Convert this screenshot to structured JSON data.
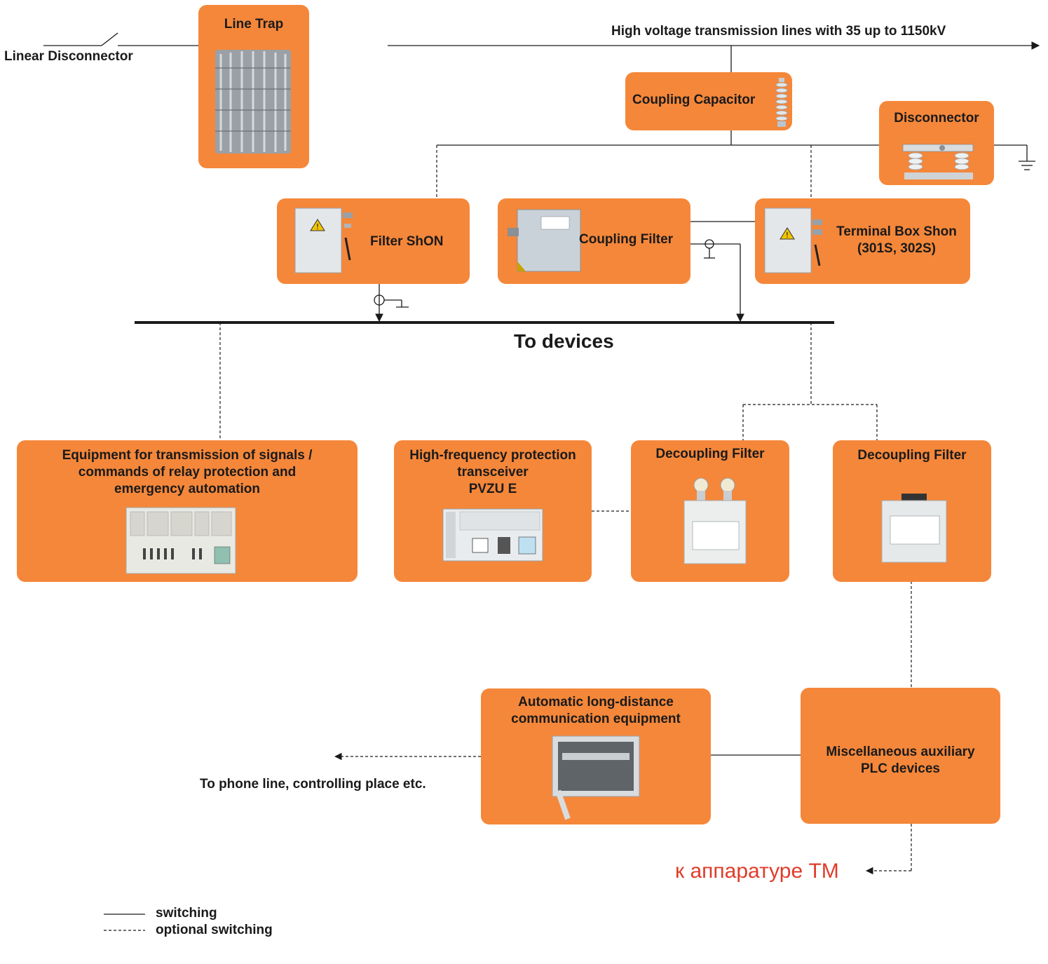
{
  "colors": {
    "box": "#f5873a",
    "line": "#1a1a1a",
    "ru_label": "#e03c2a"
  },
  "labels": {
    "linear_disconnector": "Linear Disconnector",
    "hv_lines": "High voltage transmission lines with 35 up to 1150kV",
    "to_devices": "To devices",
    "to_phone_line": "To phone line, controlling place etc.",
    "ru_label": "к аппаратуре ТМ"
  },
  "boxes": {
    "line_trap": "Line Trap",
    "coupling_capacitor": "Coupling Capacitor",
    "disconnector": "Disconnector",
    "filter_shon": "Filter ShON",
    "coupling_filter": "Coupling Filter",
    "terminal_box": "Terminal Box Shon\n(301S, 302S)",
    "equipment_transmission": "Equipment for transmission of signals /\ncommands of relay protection and\nemergency automation",
    "hf_transceiver": "High-frequency protection\ntransceiver\nPVZU E",
    "decoupling_filter_1": "Decoupling Filter",
    "decoupling_filter_2": "Decoupling Filter",
    "long_distance": "Automatic long-distance\ncommunication equipment",
    "misc_plc": "Miscellaneous auxiliary\nPLC devices"
  },
  "legend": [
    {
      "style": "solid",
      "label": "switching"
    },
    {
      "style": "dashed",
      "label": "optional switching"
    }
  ],
  "icons": {
    "switch": "switch-icon",
    "ground": "ground-icon",
    "arrow": "arrow-icon",
    "coax": "coax-connector-icon"
  }
}
